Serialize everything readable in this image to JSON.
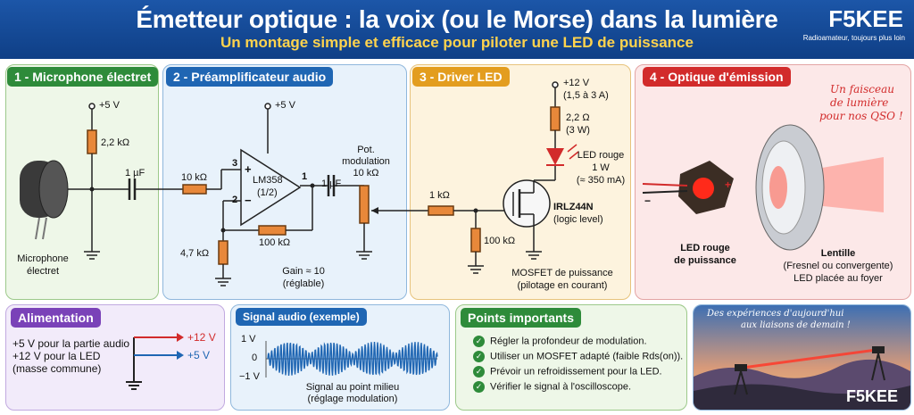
{
  "header": {
    "title": "Émetteur optique : la voix (ou le Morse) dans la lumière",
    "subtitle": "Un montage simple et efficace pour piloter une LED de puissance",
    "brand": "F5KEE",
    "tagline": "Radioamateur, toujours plus loin"
  },
  "colors": {
    "header_blue": "#1c56a8",
    "subtitle_yellow": "#ffd34d",
    "red": "#d22b2b",
    "blue": "#1f66b3",
    "green": "#2e8b3a",
    "orange": "#e39d1f",
    "purple": "#7a42b8"
  },
  "panel1": {
    "title": "1 - Microphone électret",
    "supply": "+5 V",
    "resistor": "2,2 kΩ",
    "capacitor": "1 µF",
    "mic_label_1": "Microphone",
    "mic_label_2": "électret"
  },
  "panel2": {
    "title": "2 - Préamplificateur audio",
    "supply": "+5 V",
    "input_resistor": "10 kΩ",
    "opamp_name": "LM358",
    "opamp_unit": "(1/2)",
    "pin3": "3",
    "pin2": "2",
    "pin1": "1",
    "plus": "+",
    "minus": "−",
    "ground_resistor": "4,7 kΩ",
    "feedback_resistor": "100 kΩ",
    "output_cap": "1 µF",
    "gain_1": "Gain ≈ 10",
    "gain_2": "(réglable)",
    "pot_1": "Pot.",
    "pot_2": "modulation",
    "pot_3": "10 kΩ"
  },
  "panel3": {
    "title": "3 - Driver LED",
    "supply_1": "+12 V",
    "supply_2": "(1,5 à 3 A)",
    "resistor_1": "2,2 Ω",
    "resistor_2": "(3 W)",
    "led_1": "LED rouge",
    "led_2": "1 W",
    "led_3": "(≈ 350 mA)",
    "gate_resistor": "1 kΩ",
    "pulldown": "100 kΩ",
    "mosfet_1": "IRLZ44N",
    "mosfet_2": "(logic level)",
    "caption_1": "MOSFET de puissance",
    "caption_2": "(pilotage en courant)"
  },
  "panel4": {
    "title": "4 - Optique d'émission",
    "note_1": "Un faisceau",
    "note_2": "de lumière",
    "note_3": "pour nos QSO !",
    "led_1": "LED rouge",
    "led_2": "de puissance",
    "lens_1": "Lentille",
    "lens_2": "(Fresnel ou convergente)",
    "lens_3": "LED placée au foyer",
    "plus": "+",
    "minus": "−"
  },
  "alimentation": {
    "title": "Alimentation",
    "line_1": "+5 V pour la partie audio",
    "line_2": "+12 V pour la LED",
    "line_3": "(masse commune)",
    "v12": "+12 V",
    "v5": "+5 V"
  },
  "signal": {
    "title": "Signal audio (exemple)",
    "y_top": "1 V",
    "y_mid": "0",
    "y_bot": "−1 V",
    "caption_1": "Signal au point milieu",
    "caption_2": "(réglage modulation)"
  },
  "points": {
    "title": "Points importants",
    "items": [
      "Régler la profondeur de modulation.",
      "Utiliser un MOSFET adapté (faible Rds(on)).",
      "Prévoir un refroidissement pour la LED.",
      "Vérifier le signal à l'oscilloscope."
    ]
  },
  "photo": {
    "caption_1": "Des expériences d'aujourd'hui",
    "caption_2": "aux liaisons de demain !",
    "brand": "F5KEE"
  }
}
